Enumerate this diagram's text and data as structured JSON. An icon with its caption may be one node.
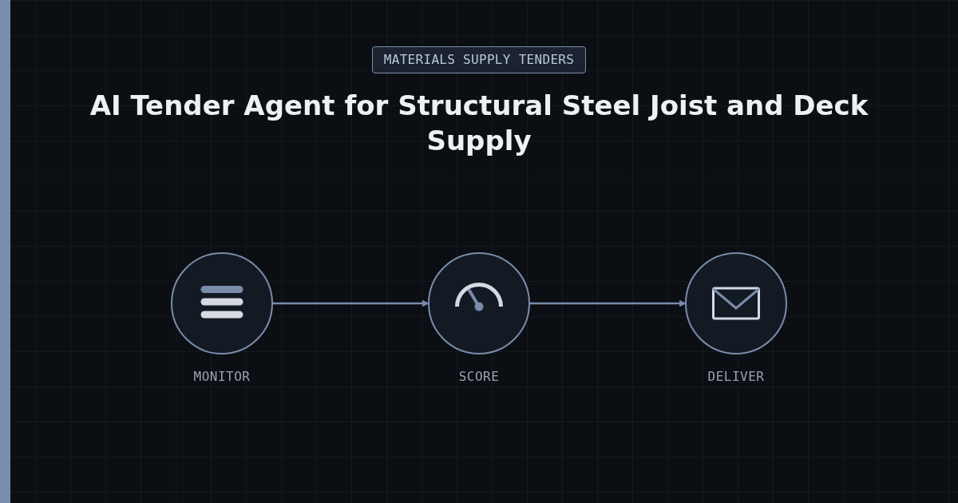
{
  "diagram": {
    "title": "AI Tender Agent for Structural Steel Joist and Deck Supply",
    "nodes": [
      {
        "text": [],
        "shape": "circle",
        "beside": [
          "MONITOR"
        ]
      },
      {
        "text": [],
        "shape": "circle",
        "beside": [
          "SCORE"
        ]
      },
      {
        "text": [],
        "shape": "circle",
        "beside": [
          "DELIVER"
        ]
      }
    ],
    "edges": [
      {
        "from": 0,
        "to": 1,
        "arrow": "to"
      },
      {
        "from": 1,
        "to": 2,
        "arrow": "to"
      }
    ],
    "labels": [
      "MATERIALS SUPPLY TENDERS"
    ]
  }
}
